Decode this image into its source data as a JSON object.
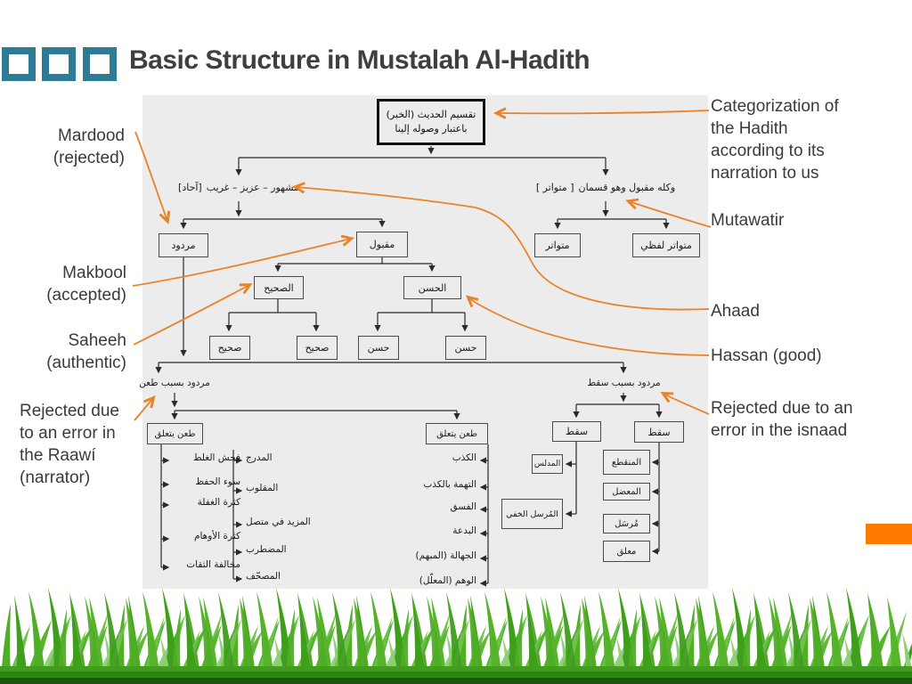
{
  "slide": {
    "title": "Basic Structure in Mustalah Al-Hadith"
  },
  "colors": {
    "teal_accent": "#2E7B96",
    "title_gray": "#3F3F3F",
    "arrow_orange": "#E8832A",
    "bar_orange": "#FF7A00",
    "panel_gray": "#ECECEC",
    "grass_green": "#4FAE25",
    "grass_dark": "#1A550B"
  },
  "annotations": {
    "left": [
      {
        "id": "mardood",
        "text": "Mardood (rejected)"
      },
      {
        "id": "makbool",
        "text": "Makbool (accepted)"
      },
      {
        "id": "saheeh",
        "text": "Saheeh (authentic)"
      },
      {
        "id": "raawi",
        "text": "Rejected due to an error in the Raawí (narrator)"
      }
    ],
    "right": [
      {
        "id": "categorization",
        "text": "Categorization of the Hadith according to its narration to us"
      },
      {
        "id": "mutawatir",
        "text": "Mutawatir"
      },
      {
        "id": "ahaad",
        "text": "Ahaad"
      },
      {
        "id": "hassan",
        "text": "Hassan (good)"
      },
      {
        "id": "isnaad",
        "text": "Rejected due to an error in the isnaad"
      }
    ]
  },
  "diagram": {
    "root": {
      "line1": "تقسيم الحديث (الخبر)",
      "line2": "باعتبار وصوله إلينا"
    },
    "ahaad_header": {
      "bracket": "[آحاد]",
      "rest": "مشهور – عزيز – غريب"
    },
    "mutawatir_header": {
      "bracket": "[ متواتر ]",
      "rest": "وكله مقبول وهو قسمان"
    },
    "boxes": {
      "mardood": "مردود",
      "maqbool": "مقبول",
      "mutawatir": "متواتر",
      "mutawatir_lafzi": "متواتر لفظي",
      "saheeh": "الصحيح",
      "hasan": "الحسن",
      "saheeh_1": "صحيح",
      "saheeh_2": "صحيح",
      "hasan_1": "حسن",
      "hasan_2": "حسن",
      "tan_header": "مردود بسبب طعن",
      "saqt_header": "مردود بسبب سقط",
      "tan_1": "طعن يتعلق",
      "tan_2": "طعن يتعلق",
      "saqt_1": "سقط",
      "saqt_2": "سقط",
      "mudallas": "المدلس",
      "mursal_khafi": "المُرسل الخفي",
      "munqati": "المنقطع",
      "mudal": "المعضل",
      "mursal": "مُرسَل",
      "muallaq": "معلق"
    },
    "lists": {
      "col1": [
        "فحش الغلط",
        "سوء الحفظ",
        "كثرة الغفلة",
        "كثرة الأوهام",
        "مخالفة الثقات"
      ],
      "col2": [
        "المدرج",
        "المقلوب",
        "المزيد في متصل",
        "المضطرب",
        "المصحّف"
      ],
      "col3": [
        "الكذب",
        "التهمة بالكذب",
        "الفسق",
        "البدعة",
        "الجهالة (المبهم)",
        "الوهم (المعلّل)"
      ]
    }
  }
}
